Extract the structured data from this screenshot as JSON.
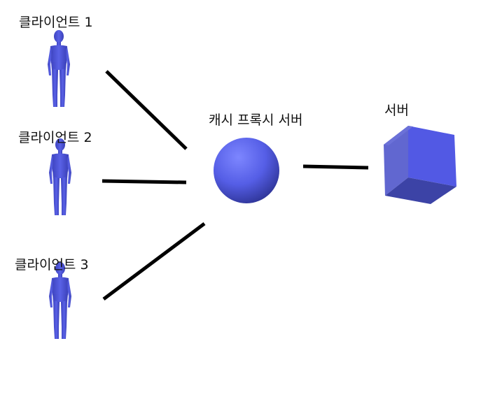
{
  "clients": [
    {
      "label": "클라이언트 1"
    },
    {
      "label": "클라이언트 2"
    },
    {
      "label": "클라이언트 3"
    }
  ],
  "proxy": {
    "label": "캐시 프록시 서버"
  },
  "server": {
    "label": "서버"
  },
  "colors": {
    "figure": "#4f57dc",
    "figure_shade": "#3a40b8",
    "sphere_highlight": "#7a82ff",
    "sphere_shadow": "#2f359a",
    "cube_front": "#5a61e0",
    "cube_left": "#6167d0",
    "cube_bottom": "#3f46a8",
    "line": "#000000",
    "text": "#111111"
  },
  "icons": {
    "client": "person-figure-icon",
    "proxy": "sphere-icon",
    "server": "cube-icon"
  }
}
